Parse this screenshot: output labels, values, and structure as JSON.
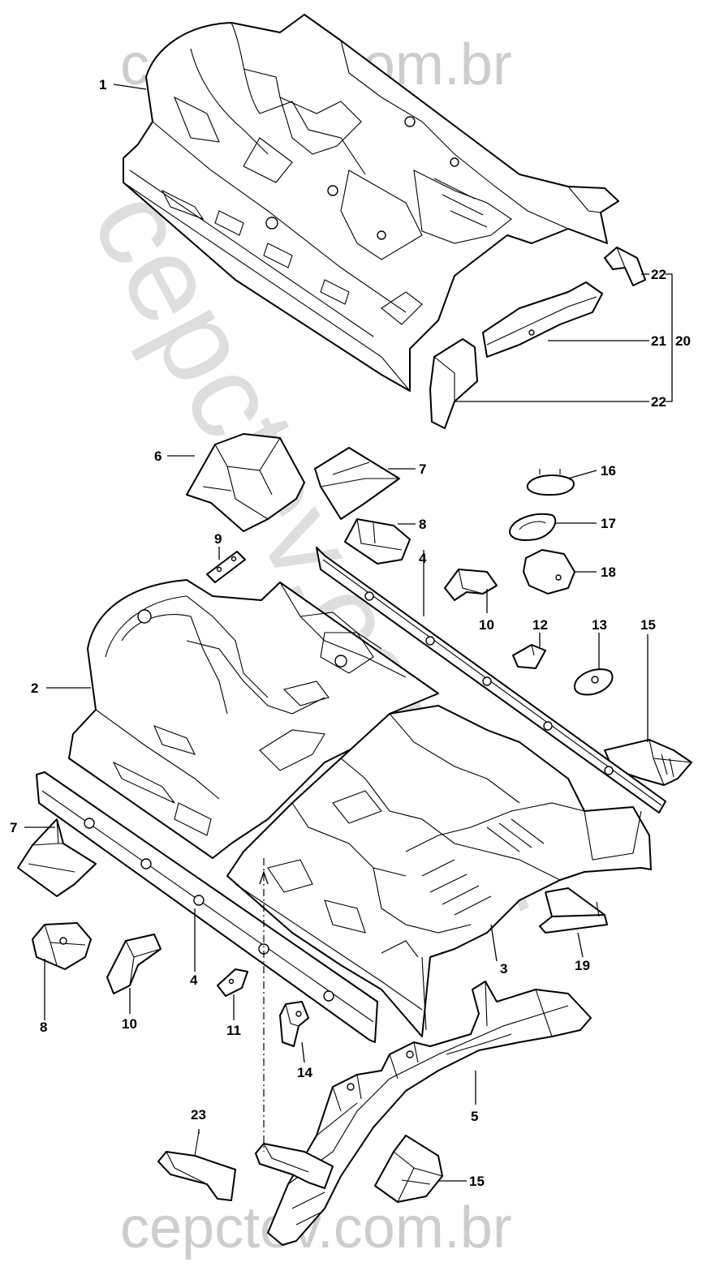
{
  "watermark": {
    "top": "cepctev.com.br",
    "diagonal": "cepctev.com.br",
    "bottom": "cepctev.com.br"
  },
  "callouts": [
    {
      "id": "c1",
      "label": "1"
    },
    {
      "id": "c2",
      "label": "2"
    },
    {
      "id": "c3",
      "label": "3"
    },
    {
      "id": "c4a",
      "label": "4"
    },
    {
      "id": "c4b",
      "label": "4"
    },
    {
      "id": "c5",
      "label": "5"
    },
    {
      "id": "c6",
      "label": "6"
    },
    {
      "id": "c7a",
      "label": "7"
    },
    {
      "id": "c7b",
      "label": "7"
    },
    {
      "id": "c8a",
      "label": "8"
    },
    {
      "id": "c8b",
      "label": "8"
    },
    {
      "id": "c9",
      "label": "9"
    },
    {
      "id": "c10a",
      "label": "10"
    },
    {
      "id": "c10b",
      "label": "10"
    },
    {
      "id": "c11",
      "label": "11"
    },
    {
      "id": "c12",
      "label": "12"
    },
    {
      "id": "c13",
      "label": "13"
    },
    {
      "id": "c14",
      "label": "14"
    },
    {
      "id": "c15a",
      "label": "15"
    },
    {
      "id": "c15b",
      "label": "15"
    },
    {
      "id": "c16",
      "label": "16"
    },
    {
      "id": "c17",
      "label": "17"
    },
    {
      "id": "c18",
      "label": "18"
    },
    {
      "id": "c19",
      "label": "19"
    },
    {
      "id": "c20",
      "label": "20"
    },
    {
      "id": "c21",
      "label": "21"
    },
    {
      "id": "c22a",
      "label": "22"
    },
    {
      "id": "c22b",
      "label": "22"
    },
    {
      "id": "c23",
      "label": "23"
    }
  ]
}
